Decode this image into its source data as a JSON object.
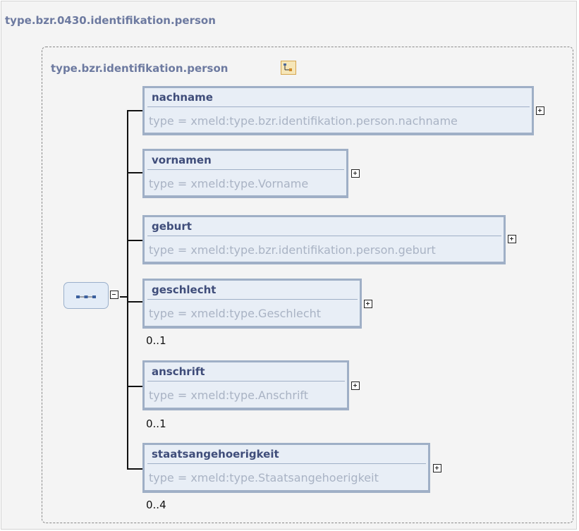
{
  "outer": {
    "title": "type.bzr.0430.identifikation.person"
  },
  "group": {
    "title": "type.bzr.identifikation.person",
    "icon": "complex-type-icon"
  },
  "sequence": {
    "icon": "sequence-compositor-icon",
    "expander": "minus"
  },
  "elements": [
    {
      "name": "nachname",
      "type": "type = xmeld:type.bzr.identifikation.person.nachname",
      "cardinality": ""
    },
    {
      "name": "vornamen",
      "type": "type = xmeld:type.Vorname",
      "cardinality": ""
    },
    {
      "name": "geburt",
      "type": "type = xmeld:type.bzr.identifikation.person.geburt",
      "cardinality": ""
    },
    {
      "name": "geschlecht",
      "type": "type = xmeld:type.Geschlecht",
      "cardinality": "0..1"
    },
    {
      "name": "anschrift",
      "type": "type = xmeld:type.Anschrift",
      "cardinality": "0..1"
    },
    {
      "name": "staatsangehoerigkeit",
      "type": "type = xmeld:type.Staatsangehoerigkeit",
      "cardinality": "0..4"
    }
  ]
}
